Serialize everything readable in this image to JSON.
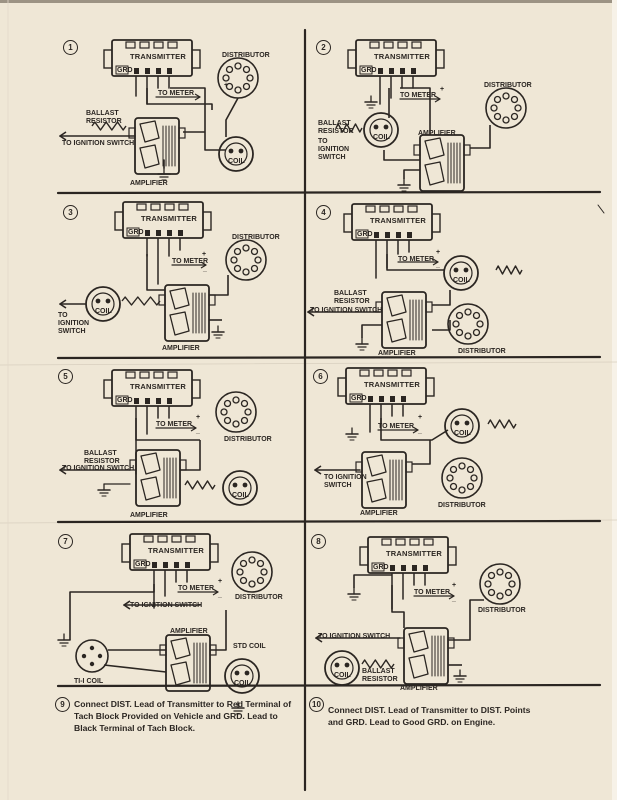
{
  "labels": {
    "transmitter": "TRANSMITTER",
    "grd": "GRD",
    "distributor": "DISTRIBUTOR",
    "to_meter": "TO METER",
    "plus": "+",
    "minus": "_",
    "ballast_resistor": "BALLAST\nRESISTOR",
    "ballast_resistor_inline": "BALLAST\nRESISTOR",
    "to_ignition_switch": "TO IGNITION SWITCH",
    "to_ignition_switch_stacked": "TO\nIGNITION\nSWITCH",
    "to_ignition_switch_two": "TO IGNITION\nSWITCH",
    "coil": "COIL",
    "std_coil": "STD COIL",
    "ti_coil": "TI-I COIL",
    "amplifier": "AMPLIFIER"
  },
  "diagrams": [
    {
      "number": "1"
    },
    {
      "number": "2"
    },
    {
      "number": "3"
    },
    {
      "number": "4"
    },
    {
      "number": "5"
    },
    {
      "number": "6"
    },
    {
      "number": "7"
    },
    {
      "number": "8"
    }
  ],
  "notes": [
    {
      "number": "9",
      "text": "Connect DIST. Lead of Transmitter to Red Terminal of Tach Block Provided on Vehicle and GRD. Lead to Black Terminal of Tach Block."
    },
    {
      "number": "10",
      "text": "Connect DIST. Lead of Transmitter to DIST. Points and GRD. Lead to Good GRD. on Engine."
    }
  ]
}
